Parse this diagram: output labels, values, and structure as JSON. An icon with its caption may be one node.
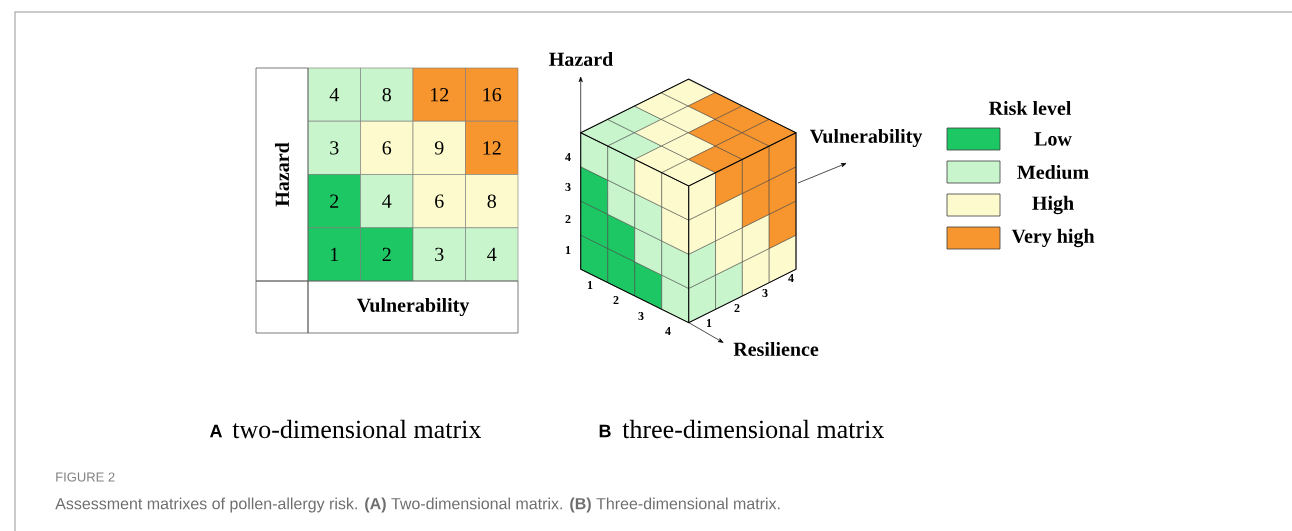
{
  "diagram": {
    "caption": "Assessment matrixes of pollen-allergy risk. **(A)** Two-dimensional matrix. **(B)** Three-dimensional matrix.",
    "labels": [
      "Hazard",
      "4",
      "8",
      "12",
      "16",
      "3",
      "6",
      "9",
      "12",
      "2",
      "4",
      "6",
      "8",
      "1",
      "2",
      "3",
      "4",
      "Risk level",
      "Vulnerability",
      "Hazard",
      "4",
      "3",
      "2",
      "1",
      "Vulnerability",
      "1",
      "2",
      "3",
      "4",
      "1",
      "2",
      "3",
      "4",
      "Resilience",
      "A",
      "two-dimensional matrix",
      "B",
      "three-dimensional matrix",
      "FIGURE 2"
    ],
    "legend": [
      {
        "text": "Low",
        "color": "#1dc763"
      },
      {
        "text": "Medium",
        "color": "#c9f5cd"
      },
      {
        "text": "High",
        "color": "#fdfbce"
      },
      {
        "text": "Very high",
        "color": "#f7952f"
      }
    ]
  }
}
